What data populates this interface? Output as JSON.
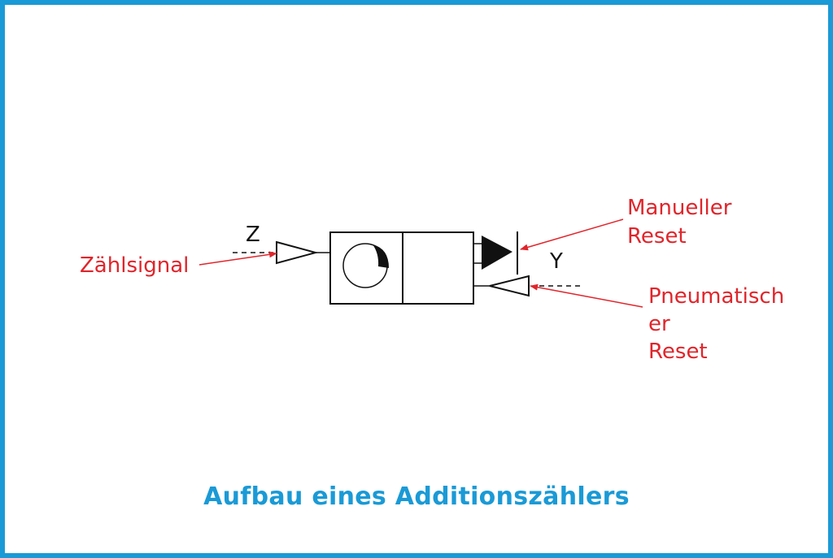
{
  "colors": {
    "border": "#1a9ad6",
    "annotation": "#e0252b",
    "symbol": "#111111",
    "caption": "#1a9ad6"
  },
  "diagram": {
    "input_letter": "Z",
    "output_letter": "Y",
    "labels": {
      "count_signal": "Zählsignal",
      "manual_reset_line1": "Manueller",
      "manual_reset_line2": "Reset",
      "pneumatic_reset_line1": "Pneumatisch",
      "pneumatic_reset_line2": "er",
      "pneumatic_reset_line3": "Reset"
    }
  },
  "caption": "Aufbau eines Additionszählers"
}
